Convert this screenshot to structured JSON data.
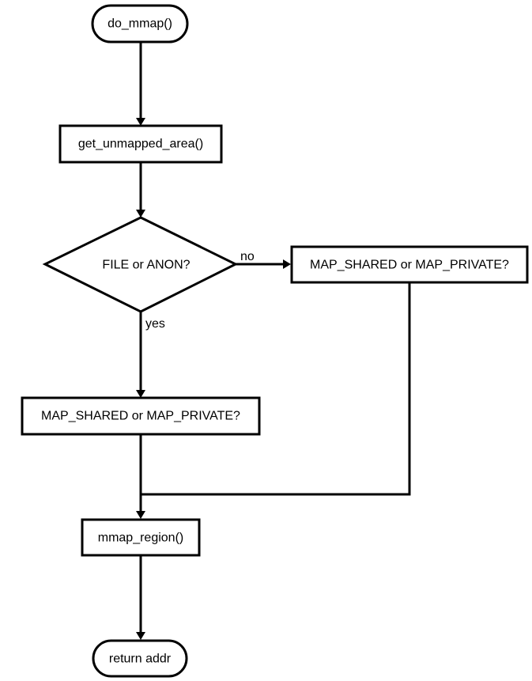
{
  "diagram": {
    "nodes": {
      "start": {
        "label": "do_mmap()",
        "shape": "terminal"
      },
      "get_unmapped": {
        "label": "get_unmapped_area()",
        "shape": "process"
      },
      "decision": {
        "label": "FILE or ANON?",
        "shape": "decision"
      },
      "map_type_anon": {
        "label": "MAP_SHARED or MAP_PRIVATE?",
        "shape": "process"
      },
      "map_type_file": {
        "label": "MAP_SHARED or MAP_PRIVATE?",
        "shape": "process"
      },
      "mmap_region": {
        "label": "mmap_region()",
        "shape": "process"
      },
      "end": {
        "label": "return addr",
        "shape": "terminal"
      }
    },
    "edges": [
      {
        "from": "start",
        "to": "get_unmapped",
        "label": ""
      },
      {
        "from": "get_unmapped",
        "to": "decision",
        "label": ""
      },
      {
        "from": "decision",
        "to": "map_type_anon",
        "label": "no"
      },
      {
        "from": "decision",
        "to": "map_type_file",
        "label": "yes"
      },
      {
        "from": "map_type_file",
        "to": "mmap_region",
        "label": ""
      },
      {
        "from": "map_type_anon",
        "to": "mmap_region",
        "label": ""
      },
      {
        "from": "mmap_region",
        "to": "end",
        "label": ""
      }
    ],
    "edge_labels": {
      "no": "no",
      "yes": "yes"
    }
  }
}
